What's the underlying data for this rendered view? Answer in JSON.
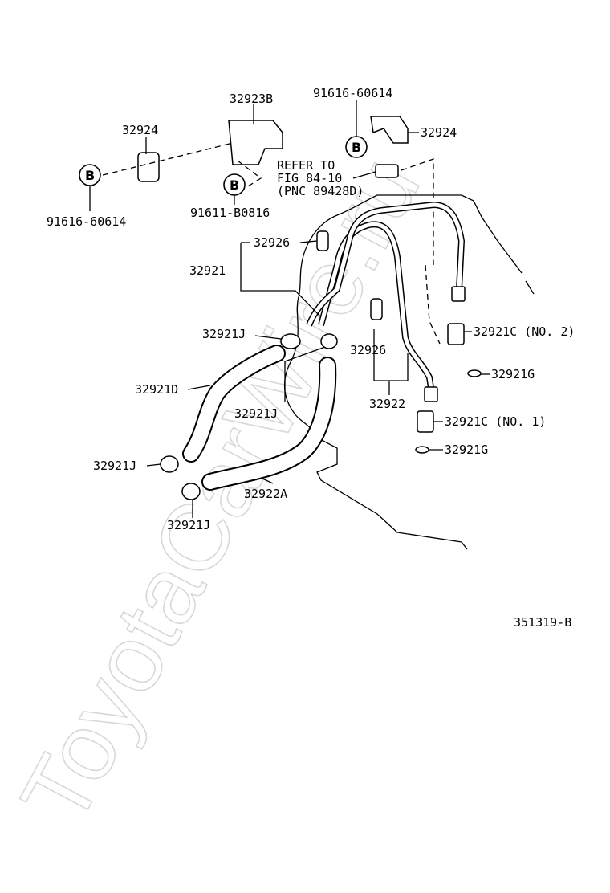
{
  "watermark": "ToyotaCarWire.ru",
  "diagram_id": "351319-B",
  "labels": {
    "p32923B": "32923B",
    "p91616_top": "91616-60614",
    "p32924_left": "32924",
    "p32924_right": "32924",
    "p91616_left": "91616-60614",
    "p91611": "91611-B0816",
    "refer_1": "REFER TO",
    "refer_2": "FIG 84-10",
    "refer_3": "(PNC 89428D)",
    "p32926_top": "32926",
    "p32921": "32921",
    "p32921J_a": "32921J",
    "p32921C_no2": "32921C (NO. 2)",
    "p32921G_a": "32921G",
    "p32926_mid": "32926",
    "p32921D": "32921D",
    "p32921J_b": "32921J",
    "p32922": "32922",
    "p32921C_no1": "32921C (NO. 1)",
    "p32921G_b": "32921G",
    "p32921J_c": "32921J",
    "p32922A": "32922A",
    "p32921J_d": "32921J"
  },
  "callout_marker": "B"
}
